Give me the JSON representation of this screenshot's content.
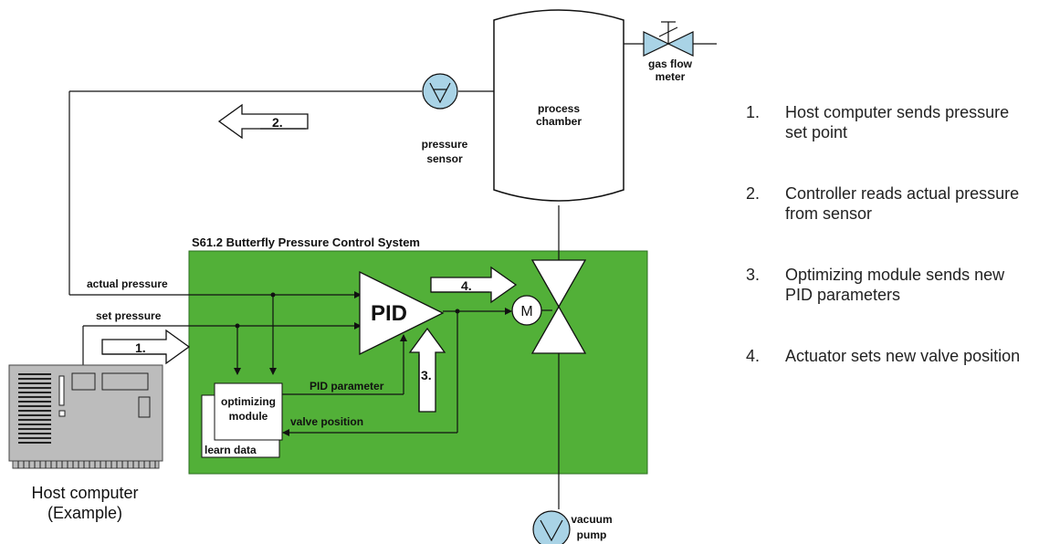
{
  "components": {
    "process_chamber": "process chamber",
    "gas_flow_meter": "gas flow meter",
    "pressure_sensor": "pressure sensor",
    "vacuum_pump": "vacuum pump",
    "motor": "M",
    "pid": "PID",
    "optimizing_module": "optimizing module",
    "learn_data": "learn data",
    "host_computer": "Host computer",
    "host_example": "(Example)"
  },
  "system_title": "S61.2 Butterfly Pressure Control System",
  "signals": {
    "actual_pressure": "actual pressure",
    "set_pressure": "set pressure",
    "pid_parameter": "PID parameter",
    "valve_position": "valve position"
  },
  "step_arrows": {
    "a1": "1.",
    "a2": "2.",
    "a3": "3.",
    "a4": "4."
  },
  "legend": [
    {
      "num": "1.",
      "text": "Host computer sends pressure set point"
    },
    {
      "num": "2.",
      "text": "Controller reads actual pressure from sensor"
    },
    {
      "num": "3.",
      "text": "Optimizing module sends new PID parameters"
    },
    {
      "num": "4.",
      "text": "Actuator sets new valve position"
    }
  ],
  "colors": {
    "system_box": "#52b038",
    "sensor_fill": "#a9d3e6",
    "line": "#111111"
  }
}
